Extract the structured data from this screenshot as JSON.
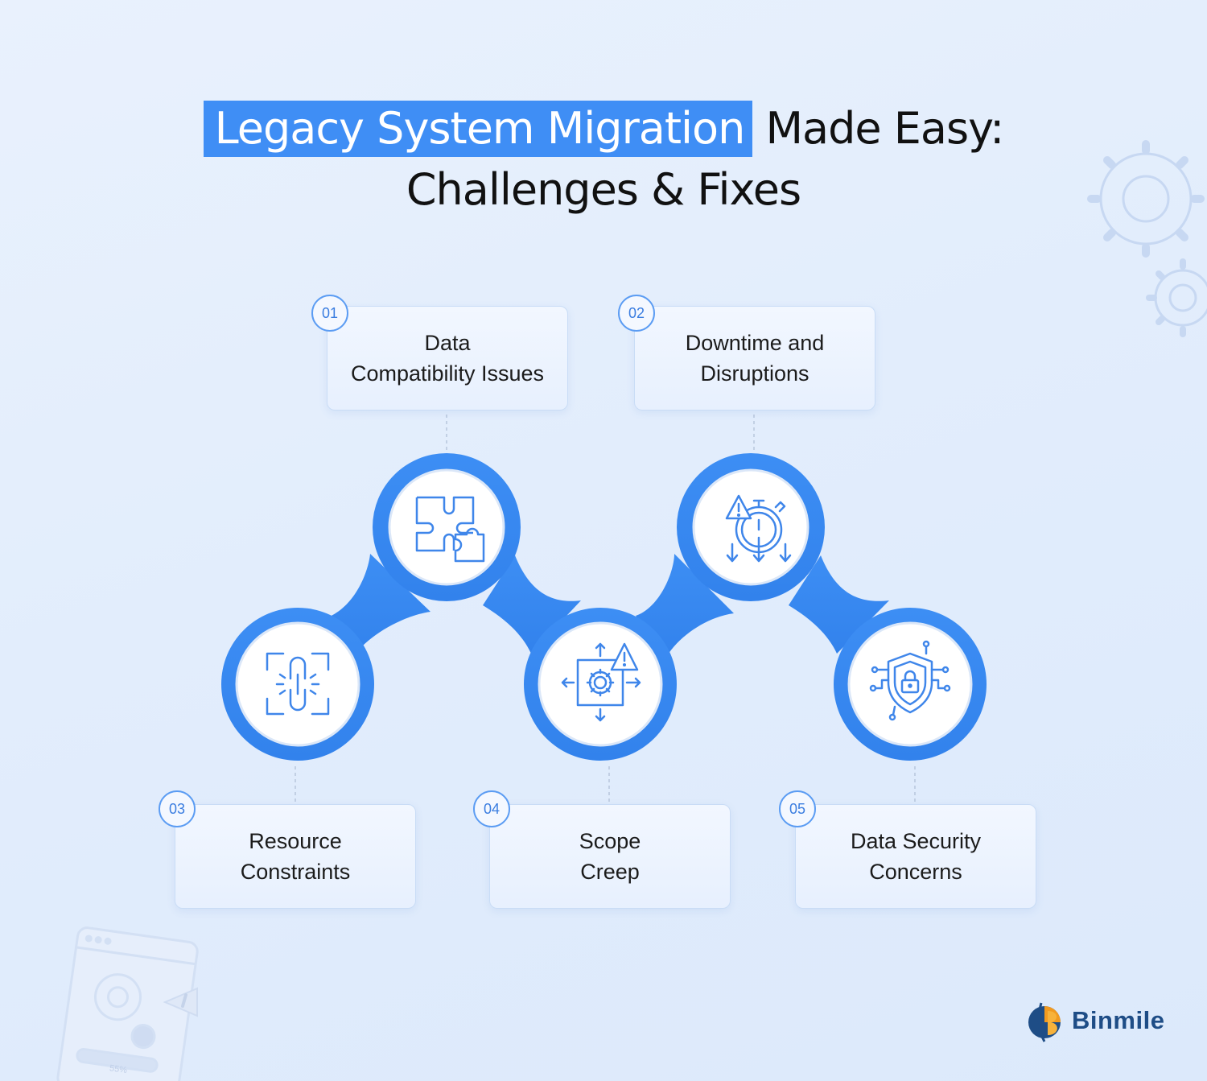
{
  "title": {
    "highlight": "Legacy System Migration",
    "rest": " Made Easy:",
    "line2": "Challenges & Fixes"
  },
  "steps": [
    {
      "number": "01",
      "label": "Data\nCompatibility Issues",
      "icon": "puzzle-icon"
    },
    {
      "number": "02",
      "label": "Downtime and\nDisruptions",
      "icon": "stopwatch-alert-icon"
    },
    {
      "number": "03",
      "label": "Resource\nConstraints",
      "icon": "link-scan-icon"
    },
    {
      "number": "04",
      "label": "Scope\nCreep",
      "icon": "gear-expand-alert-icon"
    },
    {
      "number": "05",
      "label": "Data Security\nConcerns",
      "icon": "shield-lock-icon"
    }
  ],
  "brand": {
    "name": "Binmile"
  },
  "decor": {
    "progress_text": "55%"
  },
  "colors": {
    "accent": "#3f8ef5",
    "ring": "#3a8cf2",
    "icon_stroke": "#3f86ea",
    "card_border": "#c9dcf6",
    "brand_text": "#1e4d86"
  }
}
